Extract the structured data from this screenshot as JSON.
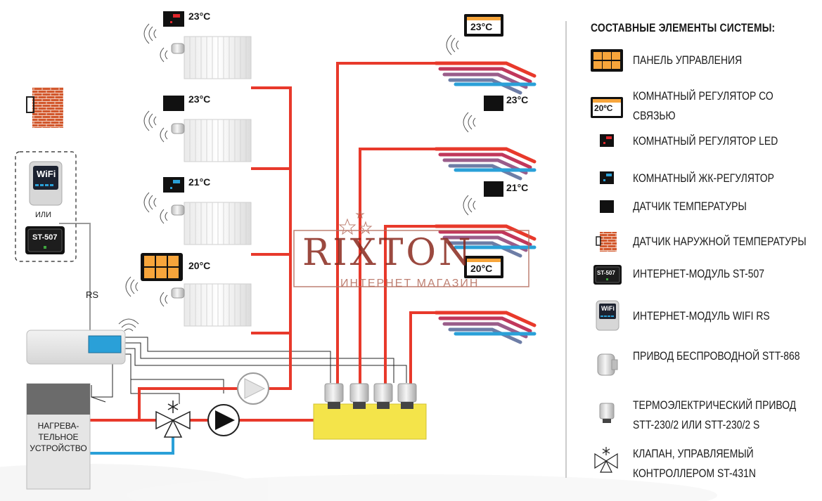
{
  "diagram": {
    "rooms": [
      {
        "temp": "23°C"
      },
      {
        "temp": "23°C"
      },
      {
        "temp": "21°C"
      },
      {
        "temp": "20°C"
      }
    ],
    "floor_zones": [
      {
        "temp": "23°C"
      },
      {
        "temp": "23°C"
      },
      {
        "temp": "21°C"
      },
      {
        "temp": "20°C"
      }
    ],
    "wifi_label": "WiFi",
    "or_label": "ИЛИ",
    "st507_label": "ST-507",
    "rs_label": "RS",
    "heater_label": "НАГРЕВА-ТЕЛЬНОЕ УСТРОЙСТВО"
  },
  "watermark": {
    "main": "RIXTON",
    "sub": "ИНТЕРНЕТ МАГАЗИН"
  },
  "legend": {
    "title": "СОСТАВНЫЕ ЭЛЕМЕНТЫ СИСТЕМЫ:",
    "items": [
      {
        "icon": "control-panel-icon",
        "lines": [
          "ПАНЕЛЬ УПРАВЛЕНИЯ"
        ]
      },
      {
        "icon": "room-regulator-comm-icon",
        "screen": "20ºC",
        "lines": [
          "КОМНАТНЫЙ РЕГУЛЯТОР СО",
          "СВЯЗЬЮ"
        ]
      },
      {
        "icon": "room-regulator-led-icon",
        "lines": [
          "КОМНАТНЫЙ РЕГУЛЯТОР LED"
        ]
      },
      {
        "icon": "room-regulator-lcd-icon",
        "lines": [
          "КОМНАТНЫЙ ЖК-РЕГУЛЯТОР"
        ]
      },
      {
        "icon": "temperature-sensor-icon",
        "lines": [
          "ДАТЧИК ТЕМПЕРАТУРЫ"
        ]
      },
      {
        "icon": "outdoor-sensor-icon",
        "lines": [
          "ДАТЧИК НАРУЖНОЙ ТЕМПЕРАТУРЫ"
        ]
      },
      {
        "icon": "st507-module-icon",
        "screen": "ST-507",
        "lines": [
          "ИНТЕРНЕТ-МОДУЛЬ ST-507"
        ]
      },
      {
        "icon": "wifi-module-icon",
        "screen": "WiFi",
        "lines": [
          "ИНТЕРНЕТ-МОДУЛЬ WIFI RS"
        ]
      },
      {
        "icon": "wireless-actuator-icon",
        "lines": [
          "ПРИВОД БЕСПРОВОДНОЙ STT-868"
        ]
      },
      {
        "icon": "thermoelectric-actuator-icon",
        "lines": [
          "ТЕРМОЭЛЕКТРИЧЕСКИЙ ПРИВОД",
          "STT-230/2 ИЛИ STT-230/2 S"
        ]
      },
      {
        "icon": "valve-icon",
        "lines": [
          "КЛАПАН, УПРАВЛЯЕМЫЙ",
          "КОНТРОЛЛЕРОМ ST-431N"
        ]
      }
    ]
  },
  "colors": {
    "supply_pipe": "#e8392b",
    "return_pipe": "#2aa0d8",
    "manifold": "#f4e44a",
    "brick": "#d2572c",
    "panel_orange": "#f7a53b",
    "watermark": "#8a2a1e"
  }
}
